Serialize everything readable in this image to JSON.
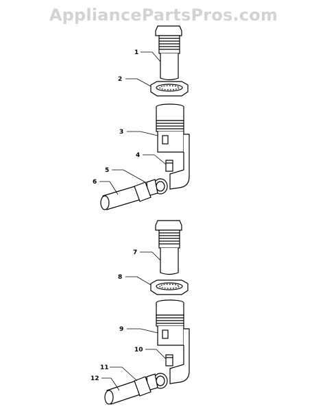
{
  "watermark": "AppliancePartsPros.com",
  "callouts": [
    "1",
    "2",
    "3",
    "4",
    "5",
    "6",
    "7",
    "8",
    "9",
    "10",
    "11",
    "12"
  ],
  "colors": {
    "line": "#000000",
    "watermark": "#d3d3d3",
    "background": "#ffffff"
  }
}
